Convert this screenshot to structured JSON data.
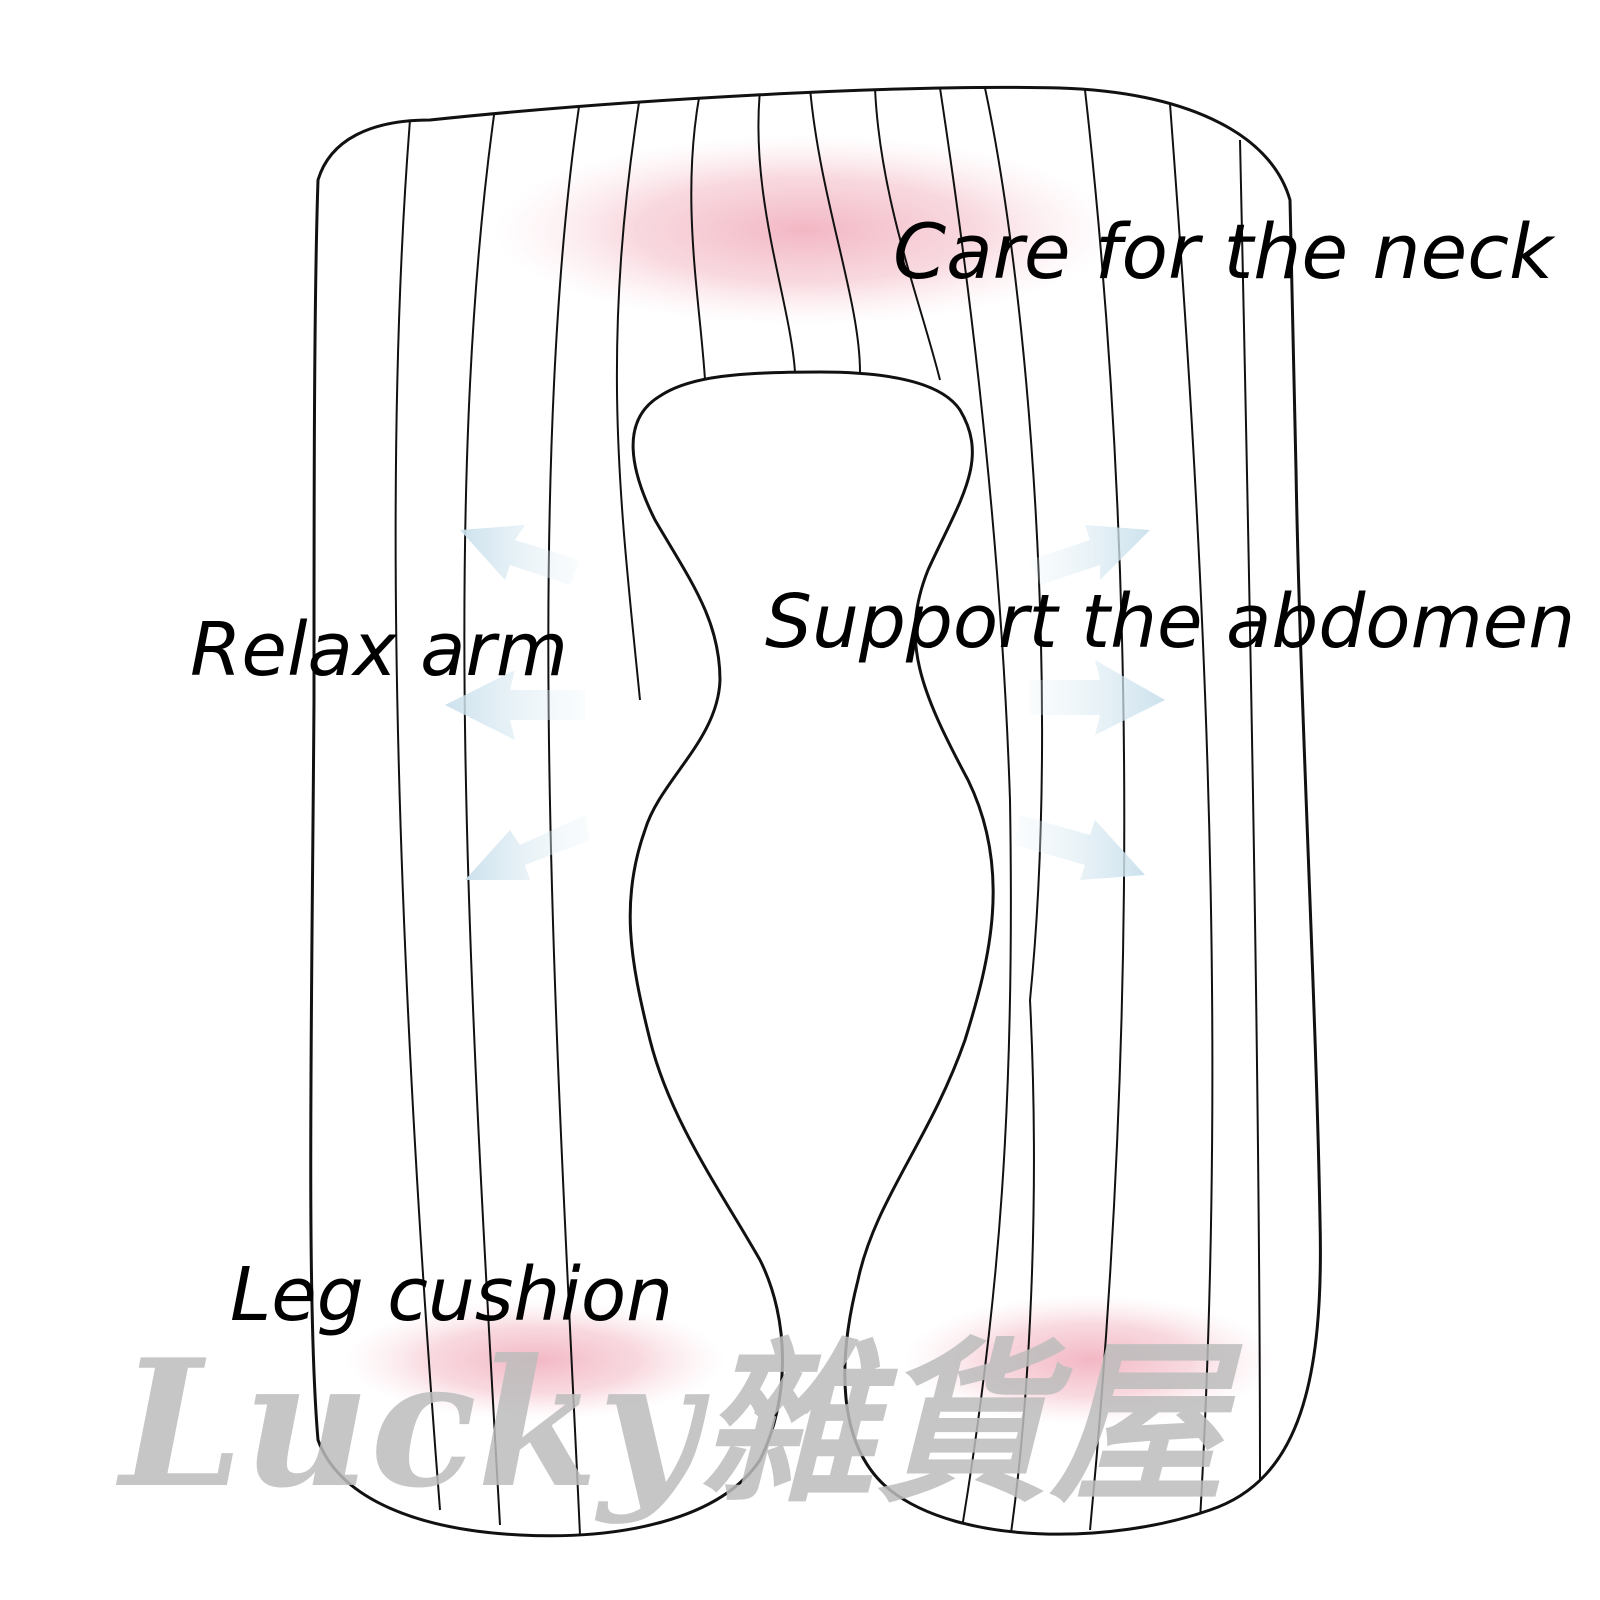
{
  "labels": {
    "neck": "Care for the neck",
    "abdomen": "Support the abdomen",
    "arm": "Relax arm",
    "leg": "Leg cushion"
  },
  "watermark": "Lucky雜貨屋",
  "colors": {
    "outline": "#111111",
    "highlight": "#f2b8c3",
    "arrow": "#cfe4ef",
    "watermark": "#bdbdbd",
    "text": "#000000"
  }
}
